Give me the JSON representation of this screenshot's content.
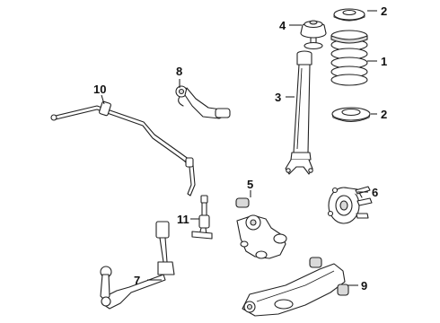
{
  "callouts": [
    {
      "id": "c1",
      "label": "1",
      "part": "coil-spring"
    },
    {
      "id": "c2a",
      "label": "2",
      "part": "spring-insulator-upper"
    },
    {
      "id": "c2b",
      "label": "2",
      "part": "spring-insulator-lower"
    },
    {
      "id": "c3",
      "label": "3",
      "part": "shock-absorber"
    },
    {
      "id": "c4",
      "label": "4",
      "part": "shock-mount"
    },
    {
      "id": "c5",
      "label": "5",
      "part": "knuckle-assembly"
    },
    {
      "id": "c6",
      "label": "6",
      "part": "hub-bearing"
    },
    {
      "id": "c7",
      "label": "7",
      "part": "trailing-link"
    },
    {
      "id": "c8",
      "label": "8",
      "part": "upper-control-arm"
    },
    {
      "id": "c9",
      "label": "9",
      "part": "lower-control-arm"
    },
    {
      "id": "c10",
      "label": "10",
      "part": "stabilizer-bar"
    },
    {
      "id": "c11",
      "label": "11",
      "part": "stabilizer-link"
    }
  ]
}
